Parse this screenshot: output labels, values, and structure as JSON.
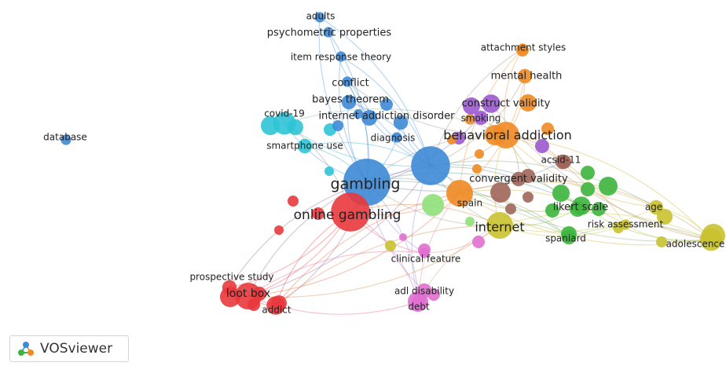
{
  "app": {
    "watermark": "VOSviewer",
    "logo_icon": "vosviewer-logo-icon"
  },
  "clusters": {
    "red": "#e8383d",
    "blue": "#3d8ad6",
    "green": "#3db53d",
    "yellow": "#c9c230",
    "purple": "#9b59d0",
    "cyan": "#2ec4d6",
    "orange": "#f08a24",
    "brown": "#a0665a",
    "pink": "#e070d0",
    "lightgreen": "#8fe07a"
  },
  "nodes": [
    {
      "id": "adults",
      "label": "adults",
      "cluster": "blue",
      "weight": 1
    },
    {
      "id": "psychometric",
      "label": "psychometric properties",
      "cluster": "blue",
      "weight": 1
    },
    {
      "id": "irt",
      "label": "item response theory",
      "cluster": "blue",
      "weight": 1
    },
    {
      "id": "conflict",
      "label": "conflict",
      "cluster": "blue",
      "weight": 1
    },
    {
      "id": "bayes",
      "label": "bayes theorem",
      "cluster": "blue",
      "weight": 2
    },
    {
      "id": "iad",
      "label": "internet addiction disorder",
      "cluster": "blue",
      "weight": 2
    },
    {
      "id": "diagnosis",
      "label": "diagnosis",
      "cluster": "blue",
      "weight": 1
    },
    {
      "id": "database",
      "label": "database",
      "cluster": "blue",
      "weight": 1
    },
    {
      "id": "covid",
      "label": "covid-19",
      "cluster": "cyan",
      "weight": 4
    },
    {
      "id": "smartphone",
      "label": "smartphone use",
      "cluster": "cyan",
      "weight": 2
    },
    {
      "id": "gambling",
      "label": "gambling",
      "cluster": "blue",
      "weight": 10
    },
    {
      "id": "blue2",
      "label": "",
      "cluster": "blue",
      "weight": 8
    },
    {
      "id": "online",
      "label": "online gambling",
      "cluster": "red",
      "weight": 8
    },
    {
      "id": "prospective",
      "label": "prospective study",
      "cluster": "red",
      "weight": 2
    },
    {
      "id": "lootbox",
      "label": "loot box",
      "cluster": "red",
      "weight": 5
    },
    {
      "id": "addict",
      "label": "addict",
      "cluster": "red",
      "weight": 3
    },
    {
      "id": "clinical",
      "label": "clinical feature",
      "cluster": "pink",
      "weight": 1
    },
    {
      "id": "adl",
      "label": "adl disability",
      "cluster": "pink",
      "weight": 2
    },
    {
      "id": "debt",
      "label": "debt",
      "cluster": "pink",
      "weight": 2
    },
    {
      "id": "attachment",
      "label": "attachment styles",
      "cluster": "orange",
      "weight": 1
    },
    {
      "id": "mental",
      "label": "mental health",
      "cluster": "orange",
      "weight": 2
    },
    {
      "id": "construct",
      "label": "construct validity",
      "cluster": "purple",
      "weight": 3
    },
    {
      "id": "smoking",
      "label": "smoking",
      "cluster": "orange",
      "weight": 1
    },
    {
      "id": "behavioral",
      "label": "behavioral addiction",
      "cluster": "orange",
      "weight": 5
    },
    {
      "id": "acsid",
      "label": "acsid-11",
      "cluster": "brown",
      "weight": 2
    },
    {
      "id": "convergent",
      "label": "convergent validity",
      "cluster": "brown",
      "weight": 2
    },
    {
      "id": "spain",
      "label": "spain",
      "cluster": "orange",
      "weight": 5
    },
    {
      "id": "likert",
      "label": "likert scale",
      "cluster": "green",
      "weight": 3
    },
    {
      "id": "age",
      "label": "age",
      "cluster": "yellow",
      "weight": 2
    },
    {
      "id": "internet",
      "label": "internet",
      "cluster": "yellow",
      "weight": 5
    },
    {
      "id": "risk",
      "label": "risk assessment",
      "cluster": "yellow",
      "weight": 1
    },
    {
      "id": "spaniard",
      "label": "spaniard",
      "cluster": "green",
      "weight": 2
    },
    {
      "id": "adolescence",
      "label": "adolescence",
      "cluster": "yellow",
      "weight": 4
    }
  ]
}
